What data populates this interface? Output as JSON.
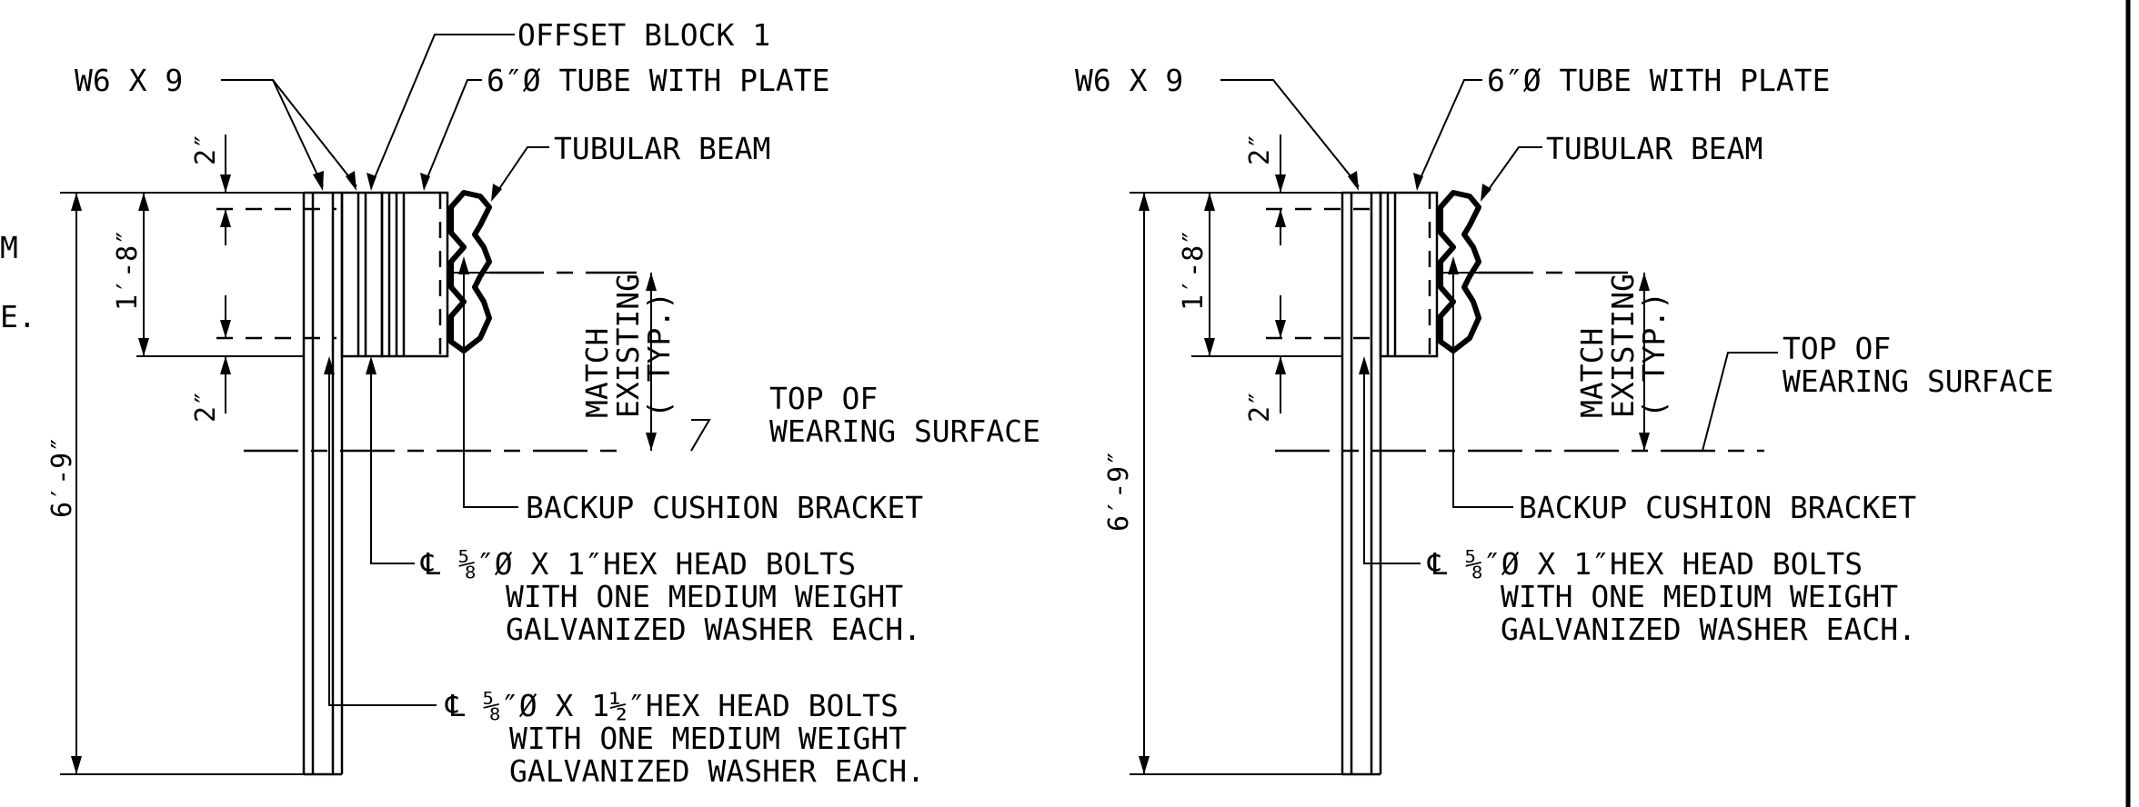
{
  "left_partial_text": [
    "M",
    "E."
  ],
  "detail_left": {
    "w6x9": "W6 X 9",
    "offset_block": "OFFSET BLOCK 1",
    "tube": "6″Ø TUBE WITH PLATE",
    "tubular_beam": "TUBULAR BEAM",
    "dim_top": "2″",
    "dim_mid": "1′-8″",
    "dim_bottom": "2″",
    "dim_total": "6′-9″",
    "match_1": "MATCH",
    "match_2": "EXISTING",
    "match_3": "( TYP.)",
    "top_surface_1": "TOP OF",
    "top_surface_2": "WEARING SURFACE",
    "backup_bracket": "BACKUP CUSHION BRACKET",
    "bolt1_1": "℄ ⅝″Ø X 1″HEX HEAD BOLTS",
    "bolt1_2": "WITH ONE MEDIUM WEIGHT",
    "bolt1_3": "GALVANIZED WASHER EACH.",
    "bolt2_1": "℄ ⅝″Ø X 1½″HEX HEAD BOLTS",
    "bolt2_2": "WITH ONE MEDIUM WEIGHT",
    "bolt2_3": "GALVANIZED WASHER EACH."
  },
  "detail_right": {
    "w6x9": "W6 X 9",
    "tube": "6″Ø TUBE WITH PLATE",
    "tubular_beam": "TUBULAR BEAM",
    "dim_top": "2″",
    "dim_mid": "1′-8″",
    "dim_bottom": "2″",
    "dim_total": "6′-9″",
    "match_1": "MATCH",
    "match_2": "EXISTING",
    "match_3": "( TYP.)",
    "top_surface_1": "TOP OF",
    "top_surface_2": "WEARING SURFACE",
    "backup_bracket": "BACKUP CUSHION BRACKET",
    "bolt1_1": "℄ ⅝″Ø X 1″HEX HEAD BOLTS",
    "bolt1_2": "WITH ONE MEDIUM WEIGHT",
    "bolt1_3": "GALVANIZED WASHER EACH."
  }
}
